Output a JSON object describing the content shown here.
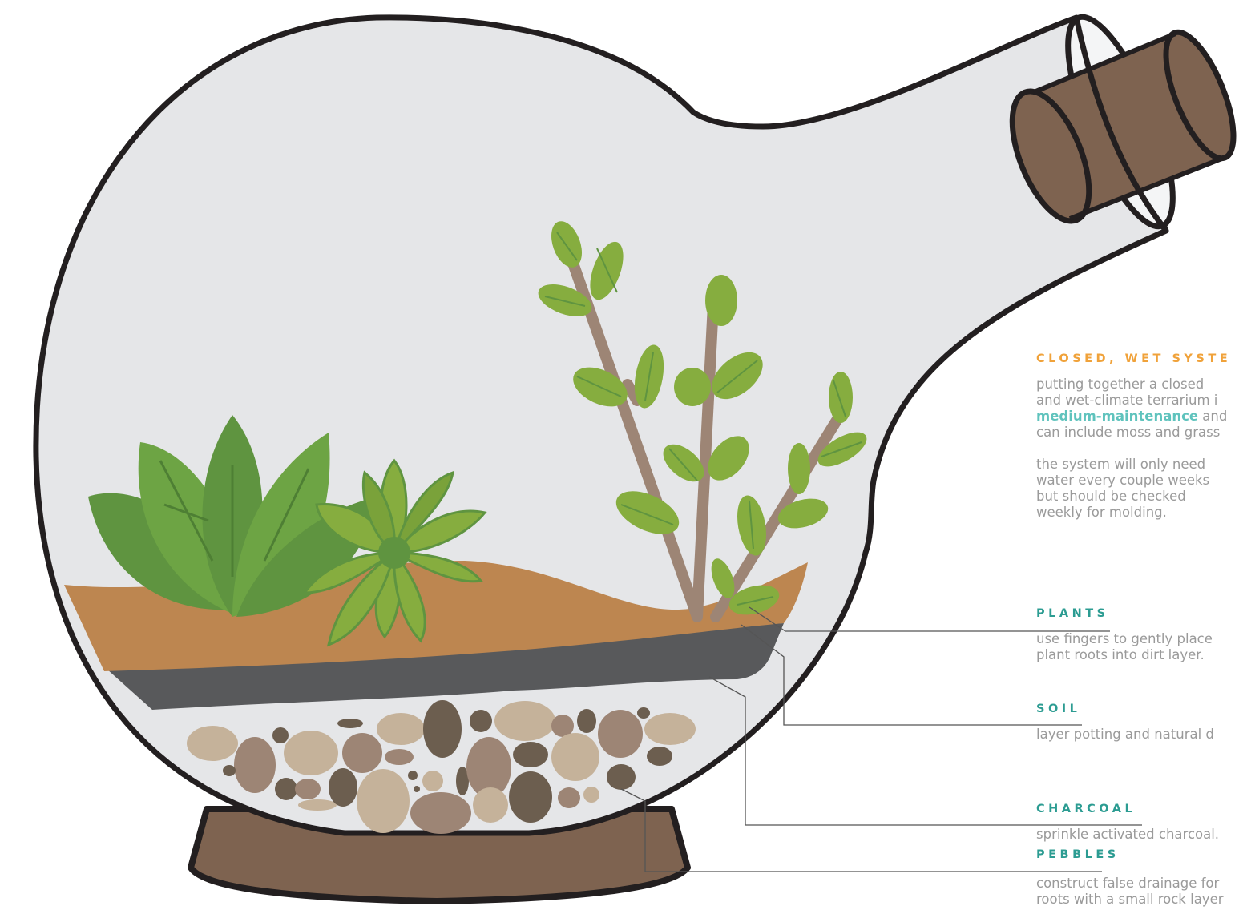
{
  "colors": {
    "system_heading": "#f0a23a",
    "layer_heading": "#2c9c92",
    "body_text": "#9a9a9a",
    "highlight": "#5fc3bd",
    "glass": "#e5e6e8",
    "outline": "#231f20",
    "cork": "#7e6350",
    "dirt": "#bd8650",
    "charcoal": "#58595b",
    "stem": "#9d8575",
    "leaf_light": "#86ad3f",
    "leaf_dark": "#5f9440"
  },
  "system": {
    "heading": "CLOSED, WET SYSTE",
    "line1": "putting together a closed",
    "line2": "and wet-climate terrarium i",
    "highlight": "medium-maintenance",
    "line3_after": " and",
    "line4": "can include moss and grass",
    "line5": "the system will only need",
    "line6": "water every couple weeks",
    "line7": "but should be checked",
    "line8": "weekly for molding."
  },
  "layers": [
    {
      "heading": "PLANTS",
      "lines": [
        "use fingers to gently place",
        "plant roots into dirt layer."
      ]
    },
    {
      "heading": "SOIL",
      "lines": [
        "layer potting and natural d"
      ]
    },
    {
      "heading": "CHARCOAL",
      "lines": [
        "sprinkle activated charcoal."
      ]
    },
    {
      "heading": "PEBBLES",
      "lines": [
        "construct false drainage for",
        "roots with a small rock layer"
      ]
    }
  ]
}
